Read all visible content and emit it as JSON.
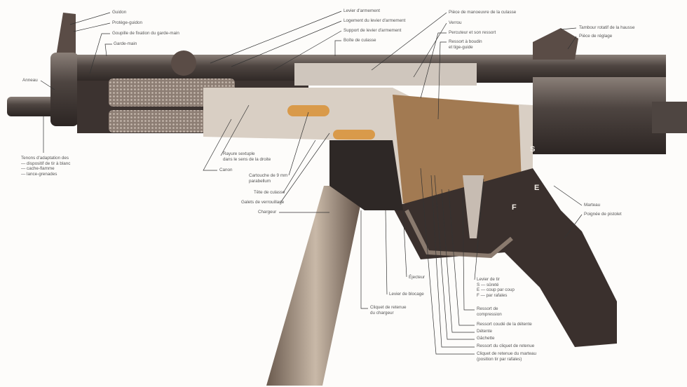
{
  "labels": {
    "guidon": "Guidon",
    "protege_guidon": "Protège-guidon",
    "goupille": "Goupille de fixation du garde-main",
    "garde_main": "Garde-main",
    "anneau": "Anneau",
    "tenons": [
      "Tenons d'adaptation des",
      "— dispositif de tir à blanc",
      "— cache-flamme",
      "— lance-grenades"
    ],
    "levier_armement": "Levier d'armement",
    "logement_levier": "Logement du levier d'armement",
    "support_levier": "Support de levier d'armement",
    "boite_culasse": "Boîte de culasse",
    "piece_manoeuvre": "Pièce de manoeuvre de la culasse",
    "verrou": "Verrou",
    "percuteur": "Percuteur et son ressort",
    "ressort_boudin": [
      "Ressort à boudin",
      "et tige-guide"
    ],
    "tambour": "Tambour rotatif de la hausse",
    "piece_reglage": "Pièce de réglage",
    "rayure": [
      "Rayure sextuple",
      "dans le sens de la droite"
    ],
    "canon": "Canon",
    "cartouche": [
      "Cartouche de 9 mm",
      "parabellum"
    ],
    "tete_culasse": "Tête de culasse",
    "galets": "Galets de verrouillage",
    "chargeur": "Chargeur",
    "marteau": "Marteau",
    "poignee": "Poignée de pistolet",
    "ejecteur": "Éjecteur",
    "levier_blocage": "Levier de blocage",
    "cliquet_chargeur": [
      "Cliquet de retenue",
      "du chargeur"
    ],
    "levier_tir": [
      "Levier de tir",
      "S  —  sûreté",
      "E  —  coup par coup",
      "F  —  par rafales"
    ],
    "ressort_compression": [
      "Ressort de",
      "compression"
    ],
    "ressort_coude": "Ressort coudé de la détente",
    "detente": "Détente",
    "gachette": "Gâchette",
    "ressort_cliquet": "Ressort du cliquet de retenue",
    "cliquet_marteau": [
      "Cliquet de retenue du marteau",
      "(position tir par rafales)"
    ]
  },
  "selector_marks": {
    "s": "S",
    "e": "E",
    "f": "F"
  }
}
